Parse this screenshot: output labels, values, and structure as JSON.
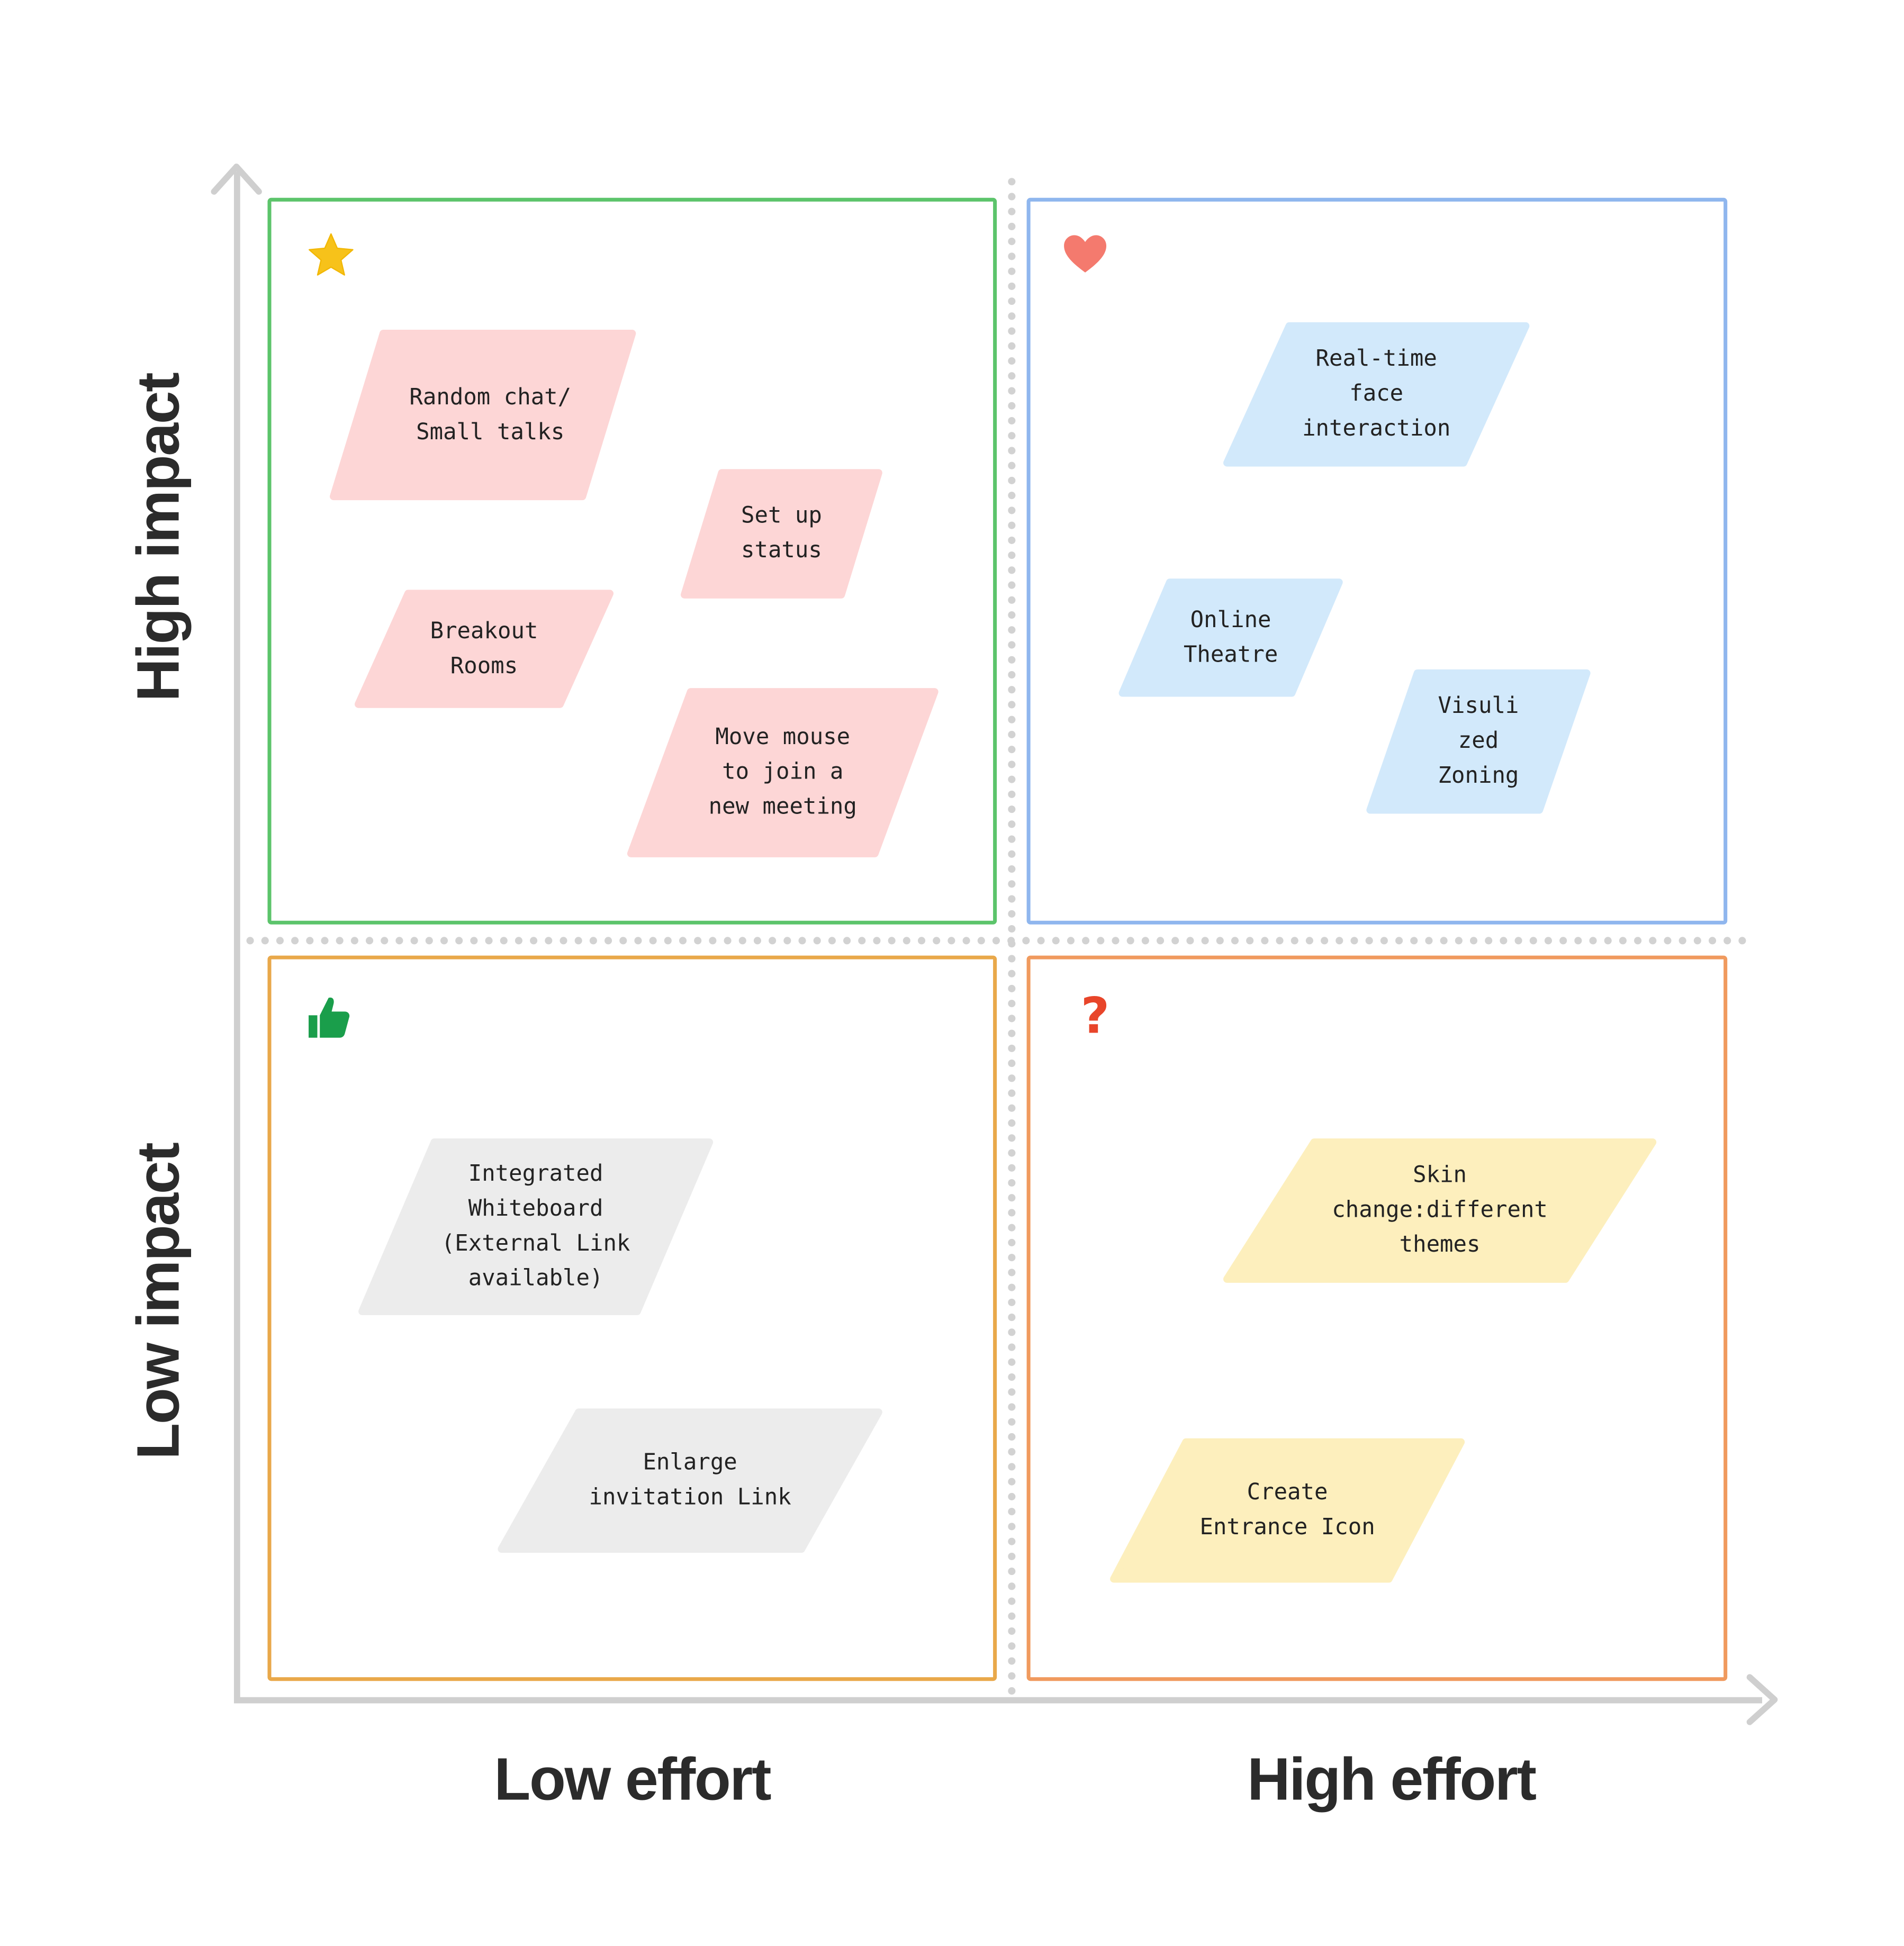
{
  "axes": {
    "y_labels": {
      "top": "High impact",
      "bottom": "Low impact"
    },
    "x_labels": {
      "left": "Low effort",
      "right": "High effort"
    },
    "axis_color": "#cfcfcf"
  },
  "quadrants": {
    "top_left": {
      "border_color": "#5cc46b",
      "sticker": "star-icon",
      "sticker_color": "#f7c21a"
    },
    "top_right": {
      "border_color": "#8fb6ee",
      "sticker": "heart-icon",
      "sticker_color": "#f47a6e"
    },
    "bottom_left": {
      "border_color": "#e9a84a",
      "sticker": "thumbs-up-icon",
      "sticker_color": "#1a9e4b"
    },
    "bottom_right": {
      "border_color": "#f09a5e",
      "sticker": "question-mark-icon",
      "sticker_color": "#e8452a"
    }
  },
  "notes": {
    "random_chat": {
      "text": "Random chat/\n Small talks",
      "color": "#fdd6d6"
    },
    "set_up_status": {
      "text": "Set up\n status",
      "color": "#fdd6d6"
    },
    "breakout_rooms": {
      "text": "Breakout\n Rooms",
      "color": "#fdd6d6"
    },
    "move_mouse": {
      "text": "Move mouse\nto join a\nnew meeting",
      "color": "#fdd6d6"
    },
    "real_time_face": {
      "text": "Real-time\nface\ninteraction",
      "color": "#d2e9fb"
    },
    "online_theatre": {
      "text": "Online\nTheatre",
      "color": "#d2e9fb"
    },
    "visulized_zoning": {
      "text": "Visuli\nzed\nZoning",
      "color": "#d2e9fb"
    },
    "integrated_whiteboard": {
      "text": "Integrated\nWhiteboard\n(External Link\navailable)",
      "color": "#ececec"
    },
    "enlarge_invitation": {
      "text": "Enlarge\ninvitation Link",
      "color": "#ececec"
    },
    "skin_change": {
      "text": "Skin\nchange:different\nthemes",
      "color": "#fdefbd"
    },
    "create_entrance": {
      "text": "Create\nEntrance Icon",
      "color": "#fdefbd"
    }
  }
}
